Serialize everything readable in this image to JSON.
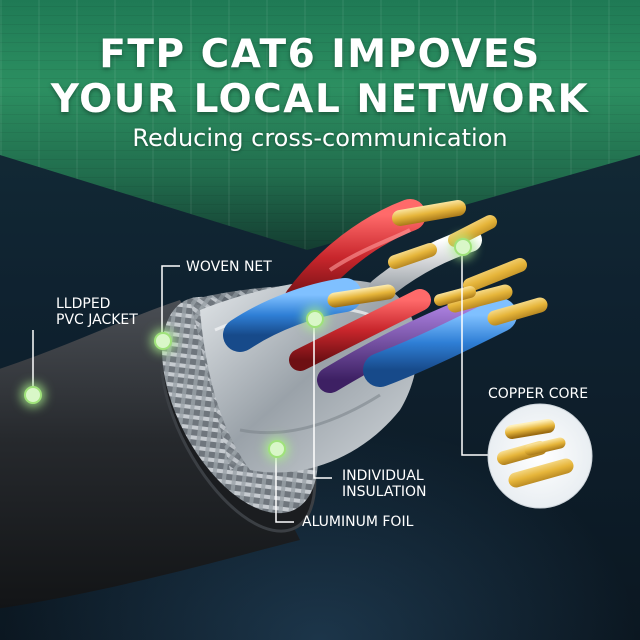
{
  "headline": {
    "line1": "FTP CAT6 IMPOVES",
    "line2": "YOUR LOCAL NETWORK",
    "subtitle": "Reducing cross-communication"
  },
  "callouts": {
    "lldped_jacket": {
      "line1": "LLDPED",
      "line2": "PVC JACKET"
    },
    "woven_net": {
      "line1": "WOVEN NET"
    },
    "copper_core": {
      "line1": "COPPER CORE"
    },
    "individual_insulation": {
      "line1": "INDIVIDUAL",
      "line2": "INSULATION"
    },
    "aluminum_foil": {
      "line1": "ALUMINUM FOIL"
    }
  },
  "colors": {
    "green_band": "#2c8f61",
    "background": "#0f2230",
    "marker_glow": "#d9f7c8",
    "wire_blue": "#2f7fd6",
    "wire_red": "#c8262c",
    "wire_purple": "#6b3f9e",
    "copper": "#e6b53a",
    "jacket": "#2a2d31",
    "foil": "#b8bfc6"
  }
}
